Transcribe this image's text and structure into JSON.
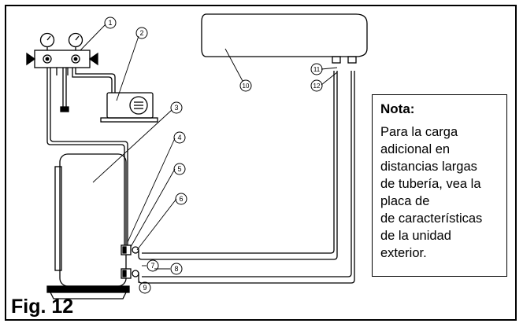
{
  "figure_label": "Fig. 12",
  "note": {
    "title": "Nota:",
    "lines": [
      "Para la carga",
      "adicional en",
      "distancias largas",
      "de tubería, vea la",
      "placa de",
      "de características",
      "de la unidad",
      "exterior."
    ]
  },
  "callouts": [
    "1",
    "2",
    "3",
    "4",
    "5",
    "6",
    "7",
    "8",
    "9",
    "10",
    "11",
    "12"
  ]
}
